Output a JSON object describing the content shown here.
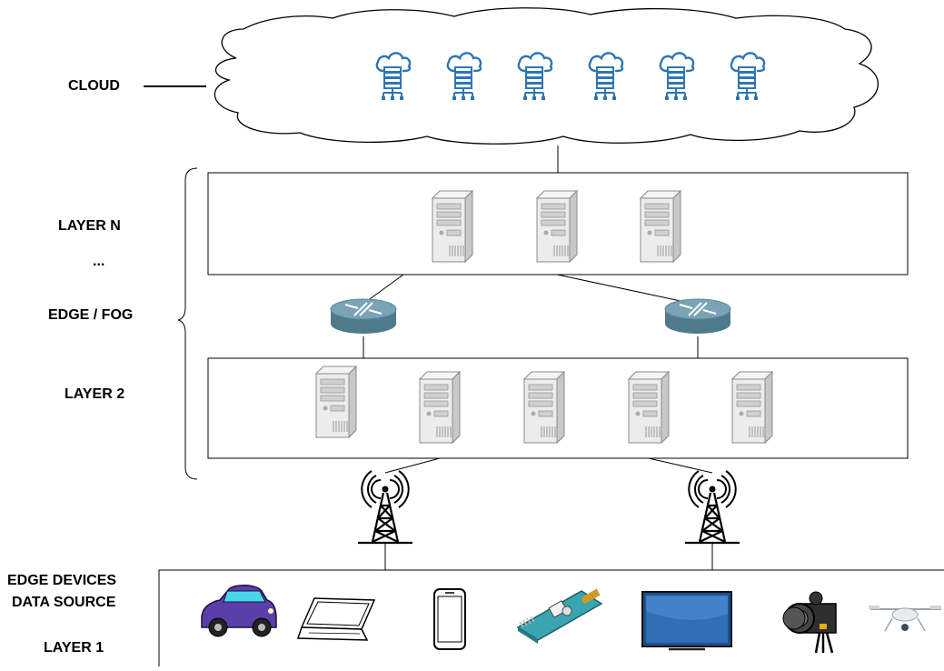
{
  "labels": {
    "cloud": "CLOUD",
    "layer_n": "LAYER N",
    "ellipsis": "...",
    "edge_fog": "EDGE / FOG",
    "layer_2": "LAYER 2",
    "edge_devices": "EDGE DEVICES",
    "data_source": "DATA SOURCE",
    "layer_1": "LAYER 1"
  },
  "cloud": {
    "server_icon": "cloud-server-icon",
    "server_count": 6,
    "icon_color": "#2e75b6"
  },
  "layer_n": {
    "server_icon": "server-tower-icon",
    "server_count": 3
  },
  "routers": {
    "icon": "router-icon",
    "count": 2,
    "color": "#5b8a9e"
  },
  "layer_2": {
    "server_icon": "server-tower-icon",
    "server_count": 5
  },
  "towers": {
    "icon": "antenna-tower-icon",
    "count": 2
  },
  "devices": [
    {
      "icon": "car-icon"
    },
    {
      "icon": "laptop-icon"
    },
    {
      "icon": "smartphone-icon"
    },
    {
      "icon": "sensor-board-icon"
    },
    {
      "icon": "monitor-icon"
    },
    {
      "icon": "video-camera-icon"
    },
    {
      "icon": "drone-icon"
    }
  ]
}
